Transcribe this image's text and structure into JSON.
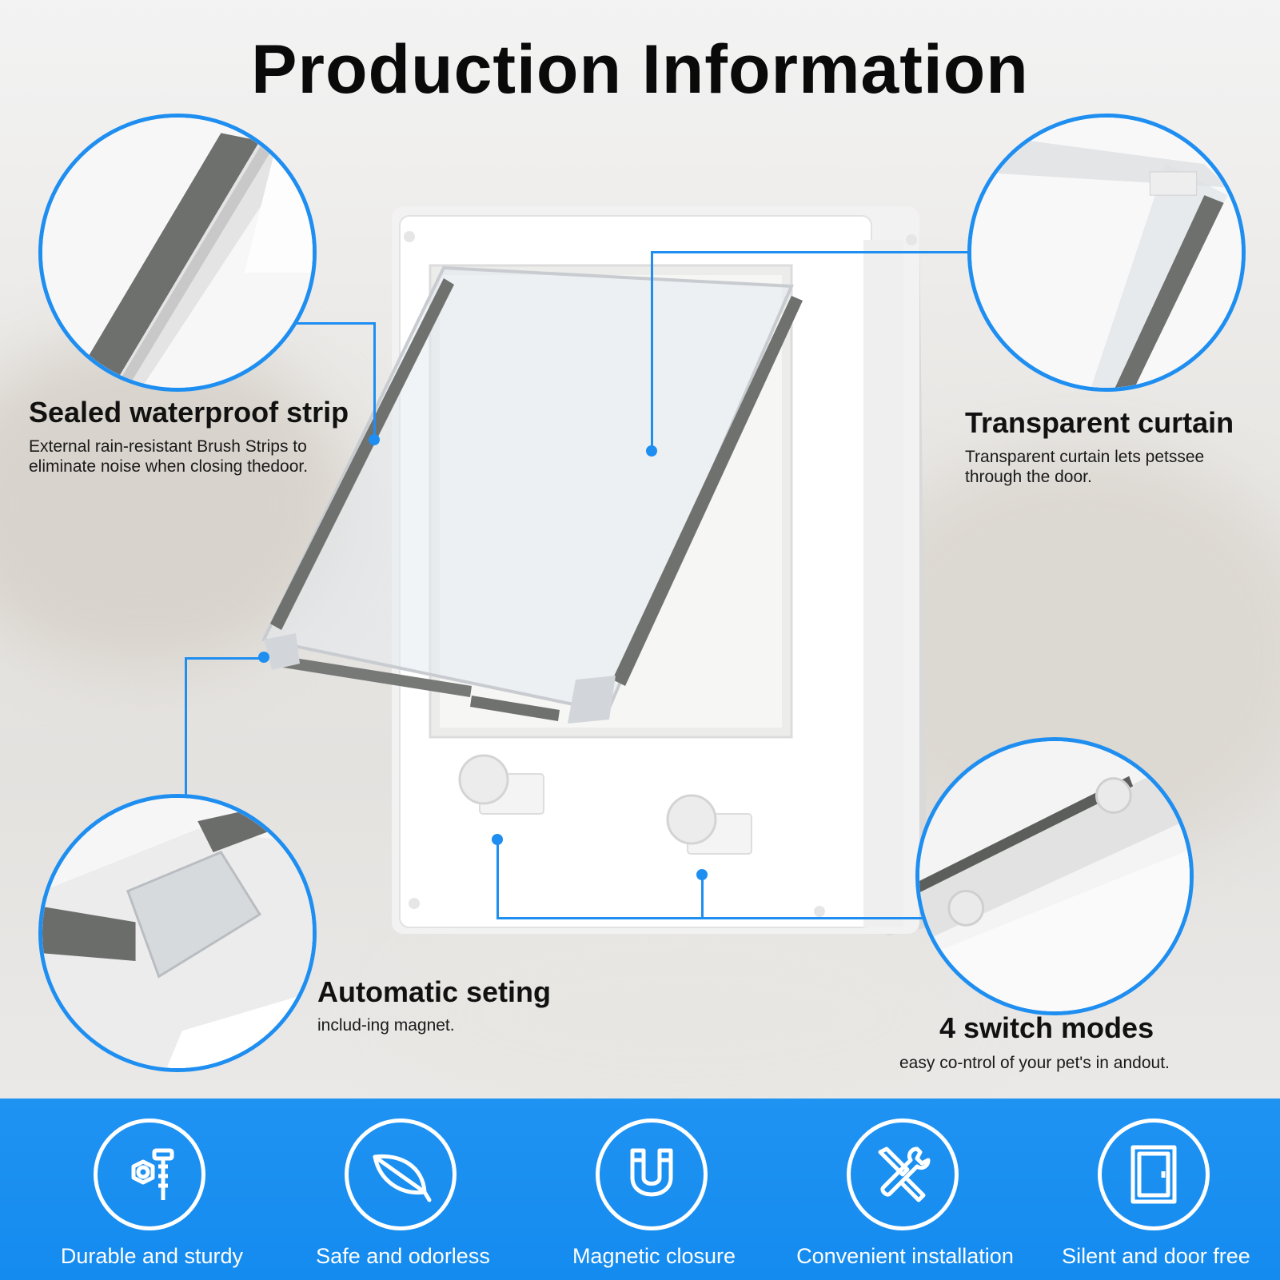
{
  "title": "Production Information",
  "features": {
    "sealed_strip": {
      "title": "Sealed waterproof strip",
      "description": "External rain-resistant Brush Strips to eliminate noise when closing thedoor."
    },
    "transparent_curtain": {
      "title": "Transparent curtain",
      "description": "Transparent curtain lets petssee through the door."
    },
    "automatic_setting": {
      "title": "Automatic seting",
      "description": "includ-ing magnet."
    },
    "switch_modes": {
      "title": "4 switch modes",
      "description": "easy co-ntrol of your pet's in andout."
    }
  },
  "bottom_features": [
    {
      "label": "Durable and sturdy",
      "icon": "bolt-nut-icon"
    },
    {
      "label": "Safe and odorless",
      "icon": "leaf-icon"
    },
    {
      "label": "Magnetic closure",
      "icon": "magnet-icon"
    },
    {
      "label": "Convenient installation",
      "icon": "tools-icon"
    },
    {
      "label": "Silent and door free",
      "icon": "door-icon"
    }
  ],
  "colors": {
    "accent": "#1e8ef0",
    "bottom_bar": "#148bef",
    "text": "#111111"
  }
}
